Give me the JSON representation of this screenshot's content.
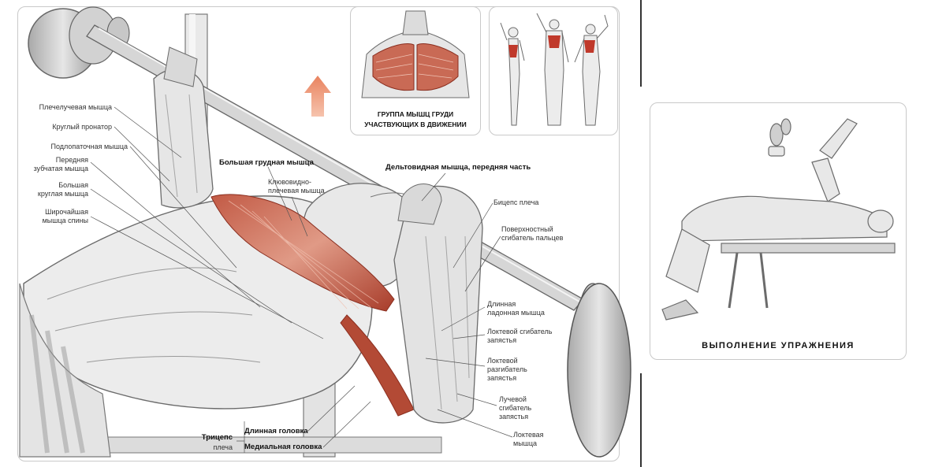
{
  "main_labels": {
    "brachioradialis": "Плечелучевая мышца",
    "pronator_teres": "Круглый пронатор",
    "subscapularis": "Подлопаточная мышца",
    "serratus_line1": "Передняя",
    "serratus_line2": "зубчатая мышца",
    "teres_major_line1": "Большая",
    "teres_major_line2": "круглая мышца",
    "lat_line1": "Широчайшая",
    "lat_line2": "мышца спины",
    "pectoralis_major": "Большая грудная мышца",
    "coracobrachialis_line1": "Клювовидно-",
    "coracobrachialis_line2": "плечевая мышца",
    "deltoid_anterior": "Дельтовидная мышца, передняя часть",
    "biceps": "Бицепс плеча",
    "flexor_superficialis_line1": "Поверхностный",
    "flexor_superficialis_line2": "сгибатель пальцев",
    "palmaris_line1": "Длинная",
    "palmaris_line2": "ладонная мышца",
    "flexor_ulnaris_line1": "Локтевой сгибатель",
    "flexor_ulnaris_line2": "запястья",
    "extensor_ulnaris_line1": "Локтевой",
    "extensor_ulnaris_line2": "разгибатель",
    "extensor_ulnaris_line3": "запястья",
    "flexor_radialis_line1": "Лучевой",
    "flexor_radialis_line2": "сгибатель",
    "flexor_radialis_line3": "запястья",
    "anconeus_line1": "Локтевая",
    "anconeus_line2": "мышца",
    "triceps_line1": "Трицепс",
    "triceps_line2": "плеча",
    "long_head": "Длинная головка",
    "medial_head": "Медиальная головка"
  },
  "inset_chest": {
    "caption_line1": "ГРУППА МЫШЦ ГРУДИ",
    "caption_line2": "УЧАСТВУЮЩИХ В ДВИЖЕНИИ"
  },
  "inset_exercise": {
    "caption": "ВЫПОЛНЕНИЕ УПРАЖНЕНИЯ"
  },
  "colors": {
    "muscle_red": "#b0402e",
    "muscle_light": "#d98a76",
    "arrow": "#e9835f",
    "sketch": "#6b6b6b",
    "panel_border": "#c9c9c9"
  }
}
